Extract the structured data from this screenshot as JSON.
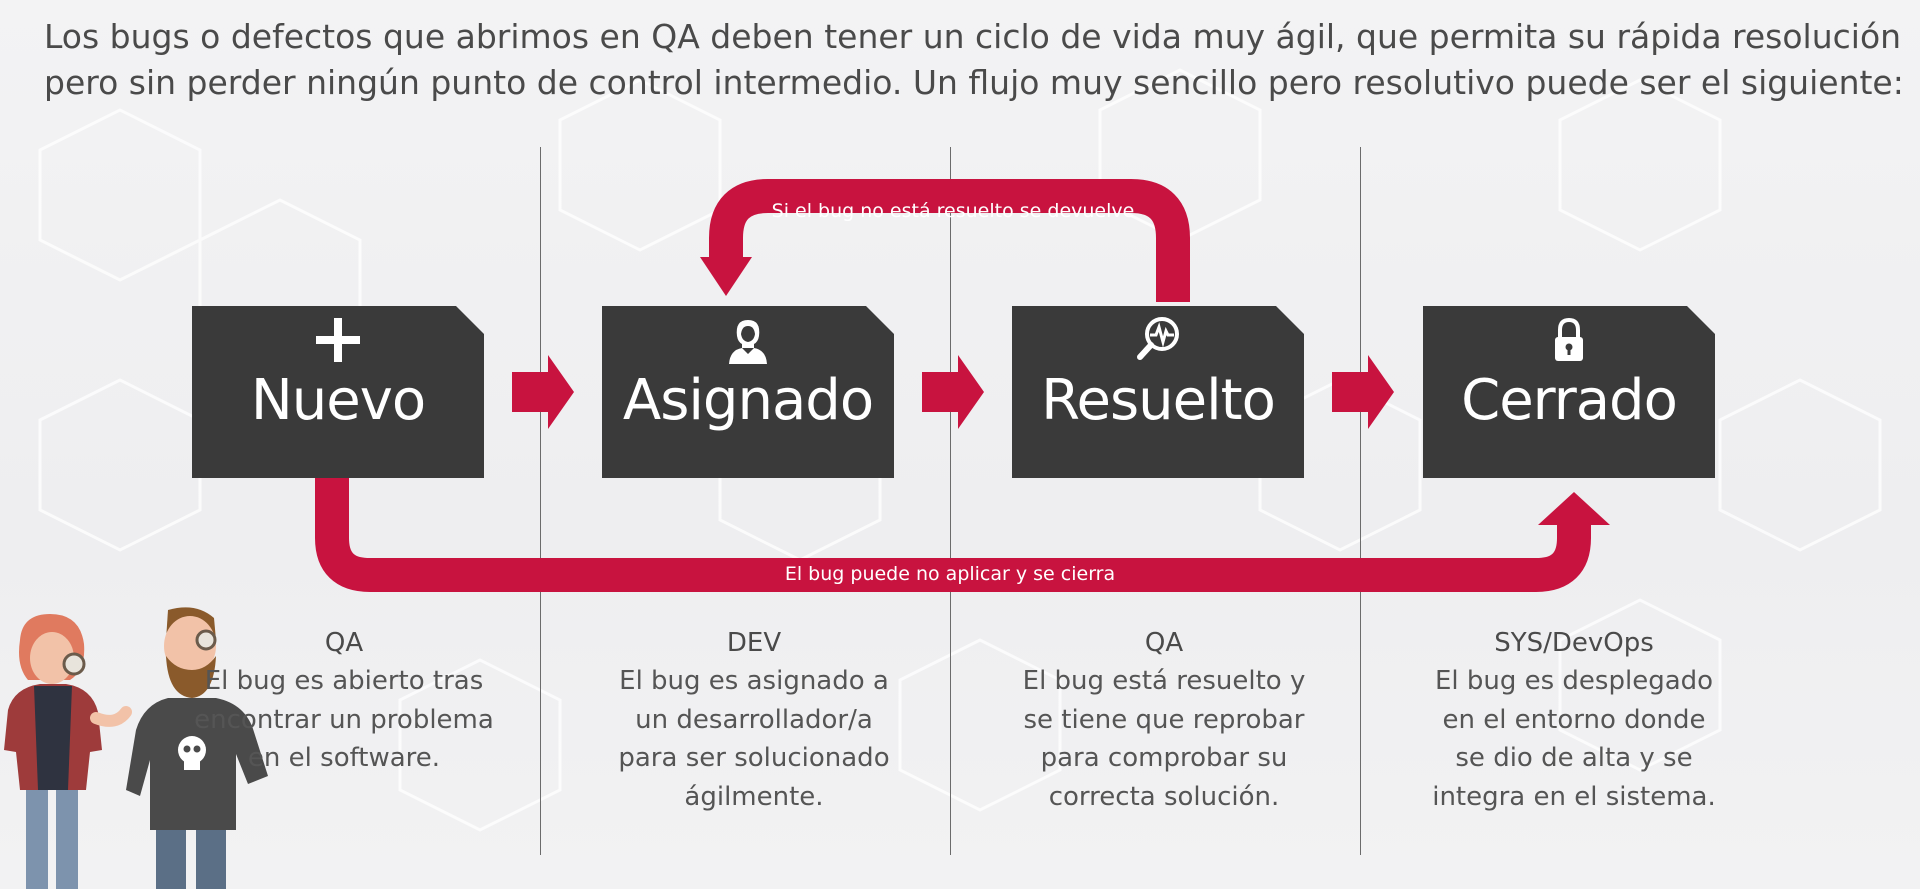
{
  "intro": "Los bugs o defectos que abrimos en QA deben tener un ciclo de vida muy ágil, que permita su rápida resolución pero sin perder ningún punto de control intermedio. Un flujo muy sencillo pero resolutivo puede ser el siguiente:",
  "colors": {
    "accent": "#c8133f",
    "box": "#3a3a3a",
    "text": "#4a4a4a"
  },
  "stages": [
    {
      "label": "Nuevo",
      "icon": "plus-icon",
      "role": "QA",
      "description": "El bug es abierto tras encontrar un problema en el software."
    },
    {
      "label": "Asignado",
      "icon": "person-icon",
      "role": "DEV",
      "description": "El bug es asignado a un desarrollador/a para ser solucionado ágilmente."
    },
    {
      "label": "Resuelto",
      "icon": "magnifier-pulse-icon",
      "role": "QA",
      "description": "El bug está resuelto y se tiene que reprobar para comprobar su correcta solución."
    },
    {
      "label": "Cerrado",
      "icon": "lock-icon",
      "role": "SYS/DevOps",
      "description": "El bug es desplegado en el entorno donde se dio de alta y se integra en el sistema."
    }
  ],
  "loops": {
    "return": "Si el bug no está resuelto se devuelve",
    "close": "El bug puede no aplicar y se cierra"
  }
}
